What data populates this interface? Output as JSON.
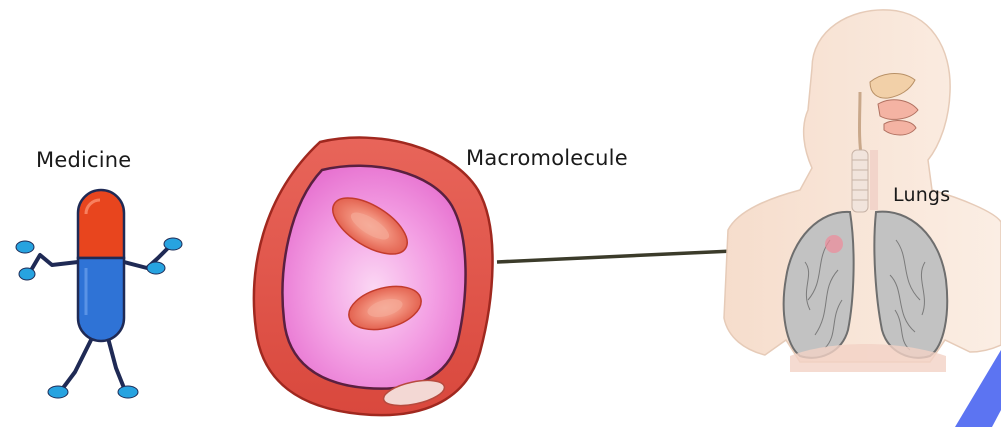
{
  "labels": {
    "medicine": "Medicine",
    "macromolecule": "Macromolecule",
    "lungs": "Lungs"
  },
  "colors": {
    "capsule_top": "#e8451e",
    "capsule_bottom": "#2f73d6",
    "cell_outer": "#e0584a",
    "cell_inner": "#f08ee0",
    "arrow": "#3b3b2a",
    "skin": "#f8e4d6",
    "lung": "#b9b9b9",
    "watermark": "#3f5cf0"
  },
  "icons": {
    "medicine": "capsule-character-icon",
    "macromolecule": "cell-icon",
    "lungs": "human-torso-lungs-icon"
  }
}
